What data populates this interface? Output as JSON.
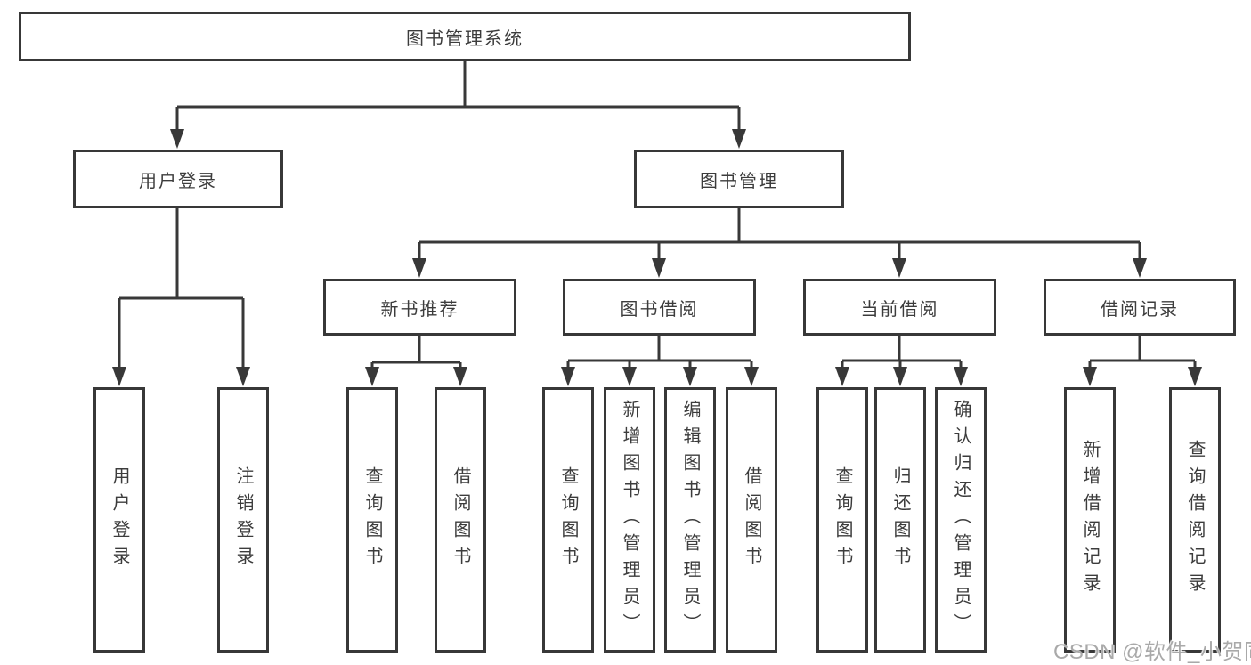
{
  "diagram": {
    "title": "图书管理系统",
    "tree": {
      "root": {
        "label": "图书管理系统",
        "children": [
          {
            "label": "用户登录",
            "children": [
              {
                "label": "用户登录"
              },
              {
                "label": "注销登录"
              }
            ]
          },
          {
            "label": "图书管理",
            "children": [
              {
                "label": "新书推荐",
                "children": [
                  {
                    "label": "查询图书"
                  },
                  {
                    "label": "借阅图书"
                  }
                ]
              },
              {
                "label": "图书借阅",
                "children": [
                  {
                    "label": "查询图书"
                  },
                  {
                    "label": "新增图书（管理员）"
                  },
                  {
                    "label": "编辑图书（管理员）"
                  },
                  {
                    "label": "借阅图书"
                  }
                ]
              },
              {
                "label": "当前借阅",
                "children": [
                  {
                    "label": "查询图书"
                  },
                  {
                    "label": "归还图书"
                  },
                  {
                    "label": "确认归还（管理员）"
                  }
                ]
              },
              {
                "label": "借阅记录",
                "children": [
                  {
                    "label": "新增借阅记录"
                  },
                  {
                    "label": "查询借阅记录"
                  }
                ]
              }
            ]
          }
        ]
      }
    },
    "colors": {
      "line": "#383838",
      "text": "#3c3c3c",
      "background": "#ffffff",
      "watermark": "#a9a9a9"
    }
  },
  "watermark": {
    "text": "CSDN @软件_小贺同学"
  }
}
